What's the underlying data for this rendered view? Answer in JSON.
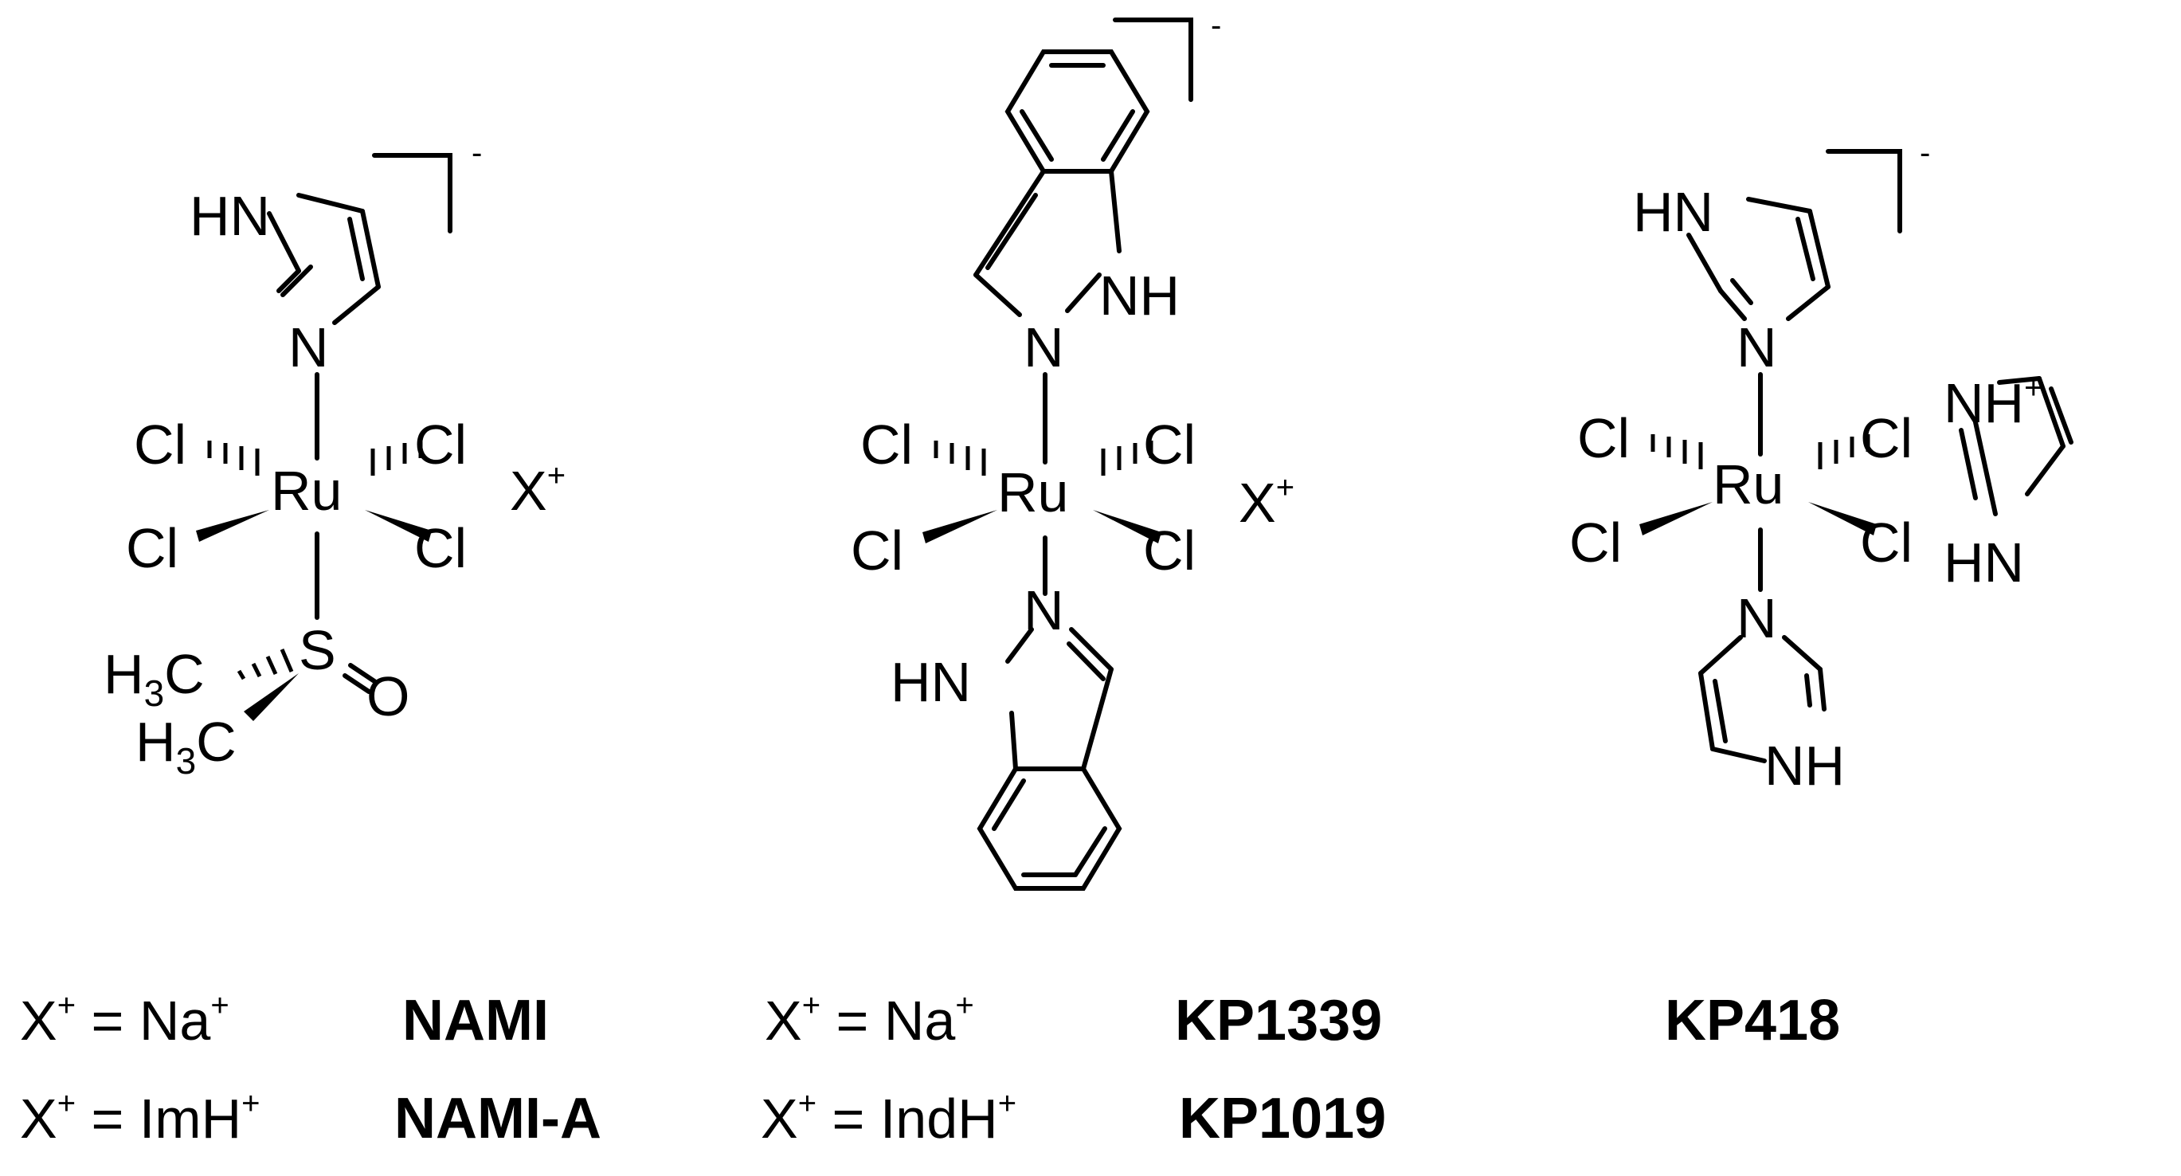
{
  "molecules": {
    "nami": {
      "atoms": {
        "hn": "HN",
        "n": "N",
        "ru": "Ru",
        "cl_ul": "Cl",
        "cl_ur": "Cl",
        "cl_ll": "Cl",
        "cl_lr": "Cl",
        "s": "S",
        "o": "O",
        "h3c_1": "H",
        "h3c_1_sub": "3",
        "h3c_1_c": "C",
        "h3c_2": "H",
        "h3c_2_sub": "3",
        "h3c_2_c": "C"
      },
      "charge": "-",
      "counterion": "X",
      "counterion_charge": "+"
    },
    "kp": {
      "atoms": {
        "nh_top": "NH",
        "n_top": "N",
        "ru": "Ru",
        "cl_ul": "Cl",
        "cl_ur": "Cl",
        "cl_ll": "Cl",
        "cl_lr": "Cl",
        "n_bot": "N",
        "hn_bot": "HN"
      },
      "charge": "-",
      "counterion": "X",
      "counterion_charge": "+"
    },
    "kp418": {
      "atoms": {
        "hn_top": "HN",
        "n_top": "N",
        "ru": "Ru",
        "cl_ul": "Cl",
        "cl_ur": "Cl",
        "cl_ll": "Cl",
        "cl_lr": "Cl",
        "n_bot": "N",
        "nh_bot": "NH",
        "cation_nh": "NH",
        "cation_nh_charge": "+",
        "cation_hn": "HN"
      },
      "charge": "-"
    }
  },
  "legend": {
    "nami_row1": {
      "x": "X",
      "x_sup": "+",
      "eq": " = Na",
      "eq_sup": "+",
      "name": "NAMI"
    },
    "nami_row2": {
      "x": "X",
      "x_sup": "+",
      "eq": " = ImH",
      "eq_sup": "+",
      "name": "NAMI-A"
    },
    "kp_row1": {
      "x": "X",
      "x_sup": "+",
      "eq": " = Na",
      "eq_sup": "+",
      "name": "KP1339"
    },
    "kp_row2": {
      "x": "X",
      "x_sup": "+",
      "eq": " = IndH",
      "eq_sup": "+",
      "name": "KP1019"
    },
    "kp418_name": "KP418"
  }
}
